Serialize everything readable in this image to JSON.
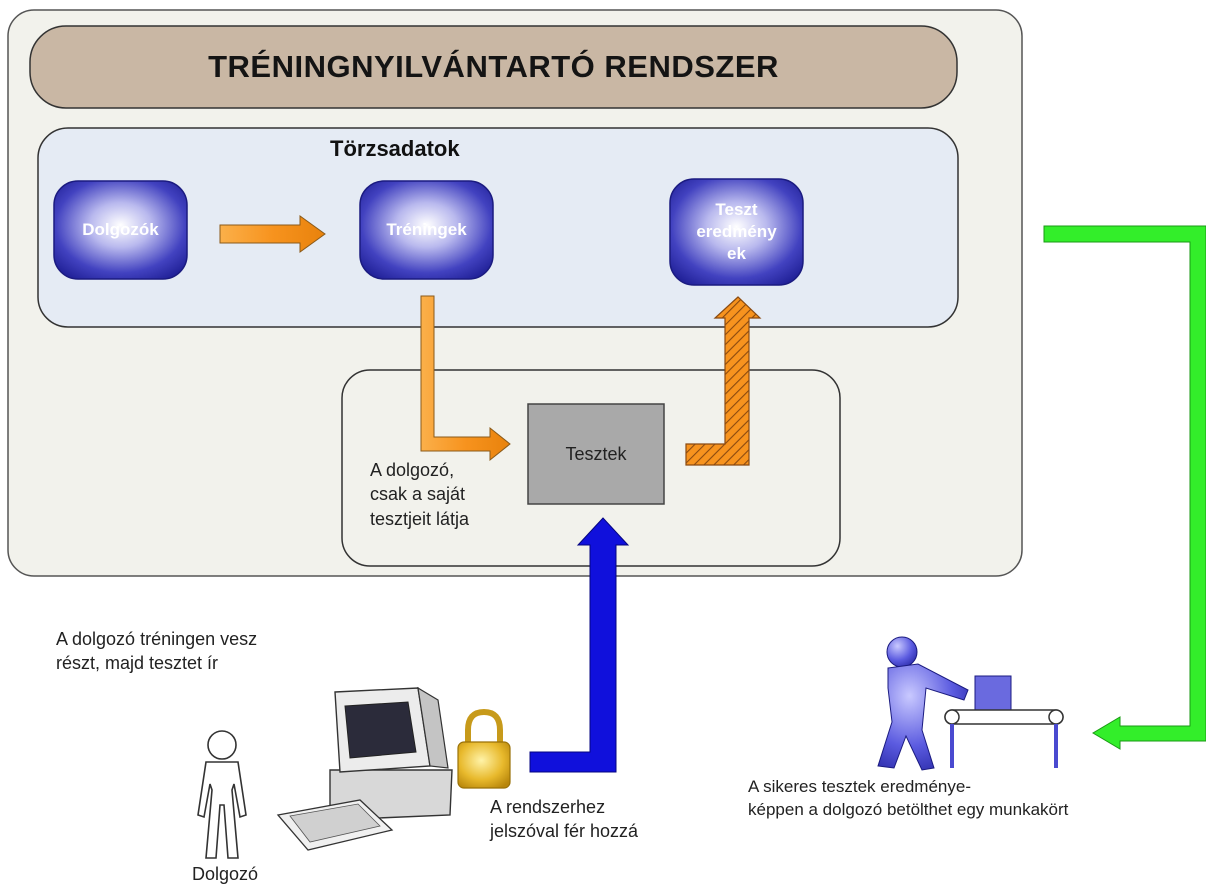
{
  "title": "TRÉNINGNYILVÁNTARTÓ RENDSZER",
  "master_data": {
    "label": "Törzsadatok",
    "nodes": [
      {
        "id": "dolgozok",
        "label": "Dolgozók"
      },
      {
        "id": "treningek",
        "label": "Tréningek"
      },
      {
        "id": "teszt_eredmenyek",
        "label": "Teszt\neredmény\nek"
      }
    ]
  },
  "tests": {
    "label": "Tesztek",
    "note": "A dolgozó,\ncsak a saját\ntesztjeit látja"
  },
  "notes": {
    "worker_activity": "A dolgozó tréningen vesz\nrészt, majd tesztet ír",
    "password_access": "A rendszerhez\njelszóval fér hozzá",
    "job_result": "A sikeres tesztek eredménye-\nképpen a dolgozó betölthet egy munkakört",
    "actor": "Dolgozó"
  },
  "colors": {
    "outer_panel": "#f2f2ec",
    "title_band": "#c9b7a4",
    "master_panel": "#e5ebf4",
    "node_fill": "#2a2aa8",
    "tests_box": "#a9a9a9",
    "orange_arrow": "#f7931e",
    "blue_arrow": "#1010dc",
    "green_arrow": "#33ee2a"
  }
}
